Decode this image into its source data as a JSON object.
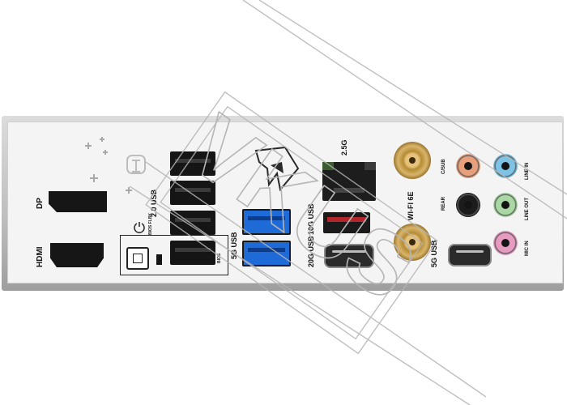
{
  "labels": {
    "dp": "DP",
    "hdmi": "HDMI",
    "usb20": "2.0 USB",
    "bios_flbk": "BIOS FLBK",
    "bios": "BIOS",
    "usb5g_left": "5G USB",
    "usb10g": "10G USB",
    "usb20g": "20G USB",
    "lan": "2.5G",
    "wifi": "WI-FI 6E",
    "usb5g_right": "5G USB",
    "c_sub": "C/SUB",
    "rear": "REAR",
    "line_in": "LINE IN",
    "line_out": "LINE OUT",
    "mic_in": "MIC IN"
  },
  "jack_colors": {
    "c_sub": "#e8a07c",
    "rear": "#1c1c1c",
    "line_in": "#7ec3e6",
    "line_out": "#a9d8a4",
    "mic_in": "#e79bc0"
  },
  "colors": {
    "usb3_blue": "#1e6ad6",
    "usb_red": "#b0262b",
    "antenna_gold": "#c9a04f",
    "panel_face": "#f4f4f4"
  },
  "watermark_text": "VKUS"
}
